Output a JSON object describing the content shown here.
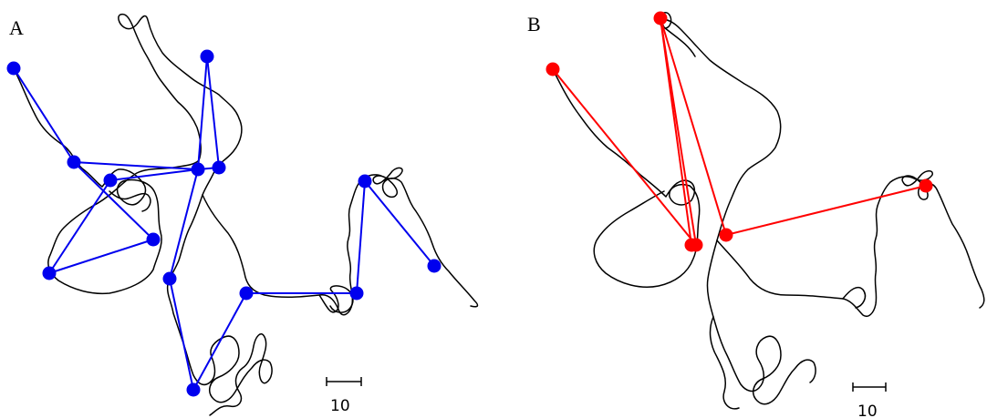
{
  "panels": [
    {
      "label": "A",
      "scale_bar_label": "10",
      "path_color": "#0000ee",
      "point_color": "#0000ee",
      "description_key": "blue-segmentation"
    },
    {
      "label": "B",
      "scale_bar_label": "10",
      "path_color": "#ff0000",
      "point_color": "#ff0000",
      "description_key": "red-segmentation"
    }
  ],
  "colors": {
    "track": "#000000",
    "background": "#ffffff"
  }
}
